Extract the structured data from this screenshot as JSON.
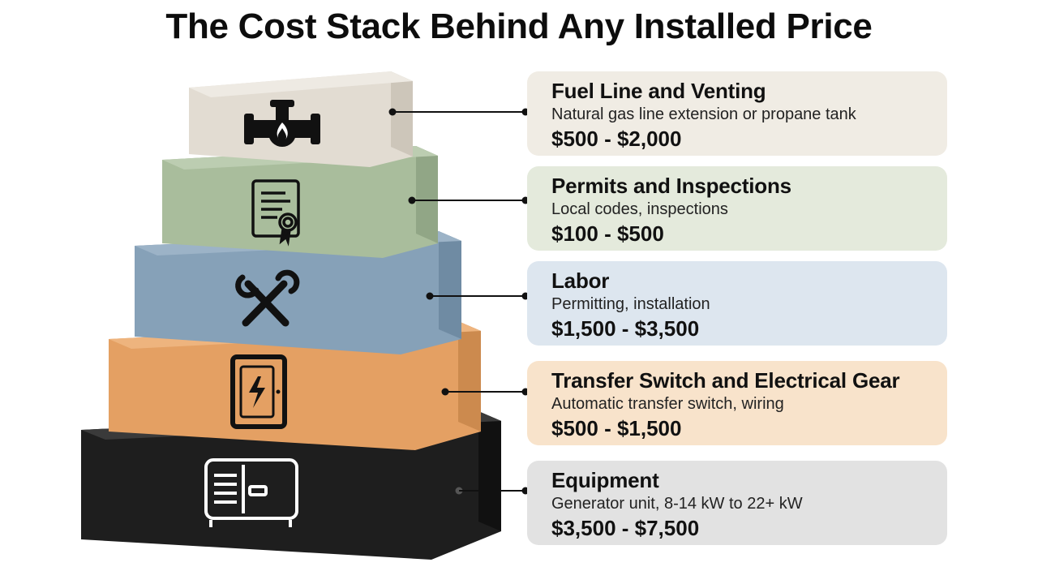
{
  "title": "The Cost Stack Behind Any Installed Price",
  "layers": [
    {
      "name": "Fuel Line and Venting",
      "description": "Natural gas line extension or propane tank",
      "price": "$500 - $2,000",
      "icon": "gas-valve-flame-icon",
      "block_color": "#e2dcd2",
      "card_color": "#f0ece4"
    },
    {
      "name": "Permits and Inspections",
      "description": "Local codes, inspections",
      "price": "$100 - $500",
      "icon": "certificate-icon",
      "block_color": "#a9bd9c",
      "card_color": "#e4eadc"
    },
    {
      "name": "Labor",
      "description": "Permitting, installation",
      "price": "$1,500 - $3,500",
      "icon": "wrench-screwdriver-icon",
      "block_color": "#86a1b8",
      "card_color": "#dde6ef"
    },
    {
      "name": "Transfer Switch and Electrical Gear",
      "description": "Automatic transfer switch, wiring",
      "price": "$500 - $1,500",
      "icon": "electrical-panel-icon",
      "block_color": "#e3a062",
      "card_color": "#f8e3cb"
    },
    {
      "name": "Equipment",
      "description": "Generator unit, 8-14 kW to 22+ kW",
      "price": "$3,500 - $7,500",
      "icon": "generator-icon",
      "block_color": "#2a2a2a",
      "card_color": "#e2e2e2"
    }
  ]
}
